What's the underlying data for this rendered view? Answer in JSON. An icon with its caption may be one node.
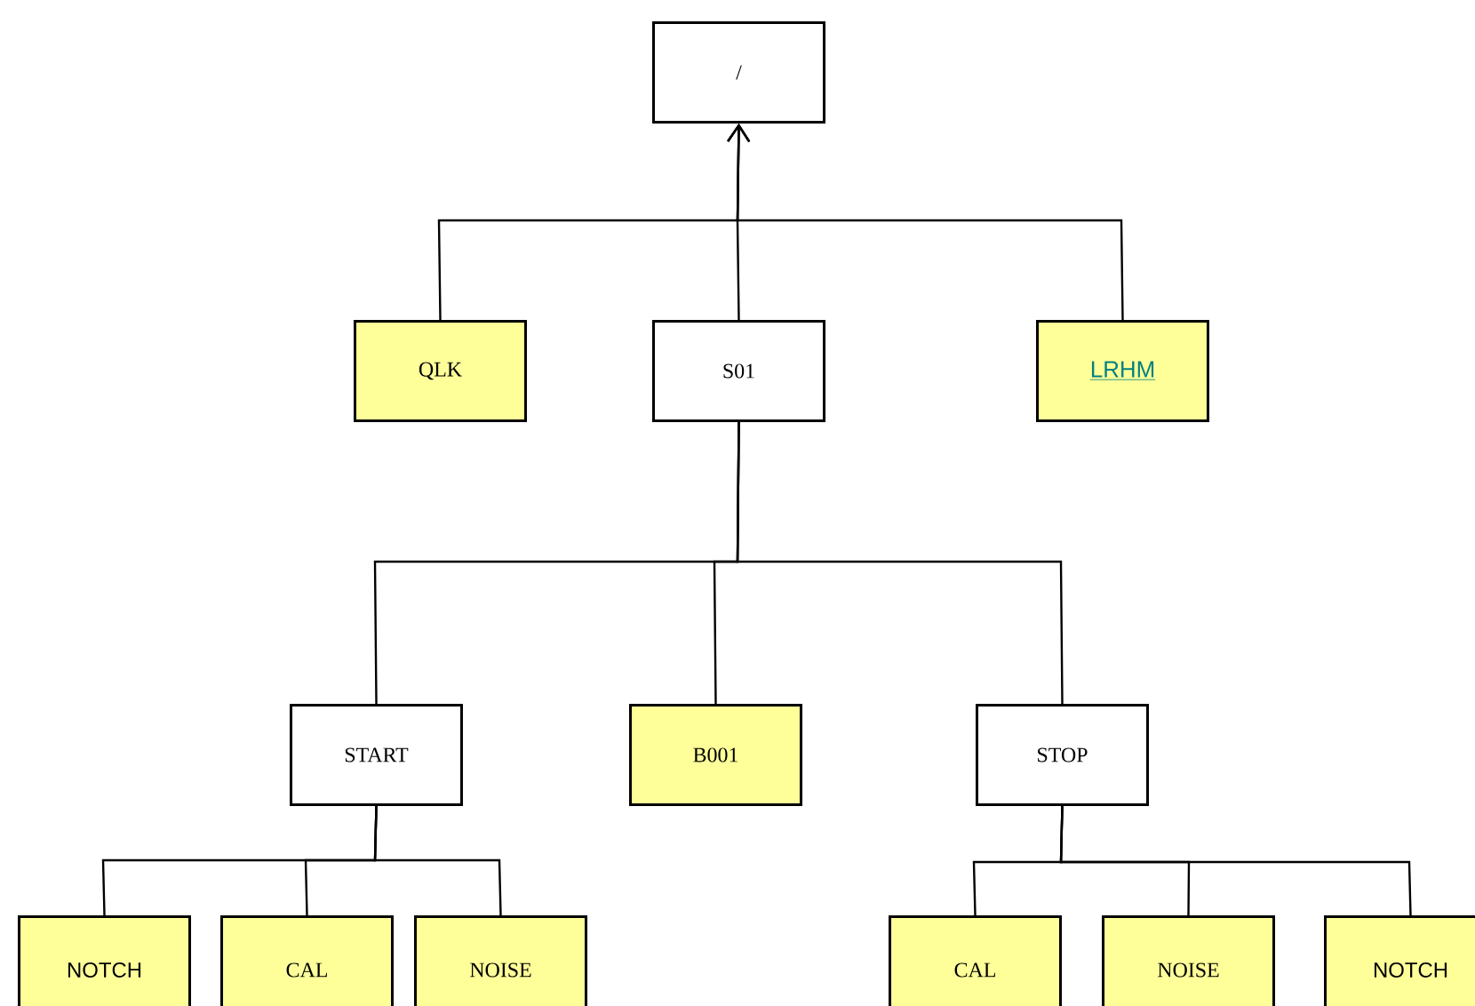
{
  "diagram": {
    "nodes": [
      {
        "text": [
          "/"
        ]
      },
      {
        "text": [
          "QLK"
        ]
      },
      {
        "text": [
          "S01"
        ]
      },
      {
        "text": [
          "LRHM"
        ]
      },
      {
        "text": [
          "START"
        ]
      },
      {
        "text": [
          "B001"
        ]
      },
      {
        "text": [
          "STOP"
        ]
      },
      {
        "text": [
          "NOTCH"
        ]
      },
      {
        "text": [
          "CAL"
        ]
      },
      {
        "text": [
          "NOISE"
        ]
      },
      {
        "text": [
          "CAL"
        ]
      },
      {
        "text": [
          "NOISE"
        ]
      },
      {
        "text": [
          "NOTCH"
        ]
      }
    ],
    "edges": [
      {
        "from": 1,
        "to": 0,
        "arrow": "to"
      },
      {
        "from": 2,
        "to": 0,
        "arrow": "to"
      },
      {
        "from": 3,
        "to": 0,
        "arrow": "to"
      },
      {
        "from": 2,
        "to": 4,
        "arrow": "none"
      },
      {
        "from": 2,
        "to": 5,
        "arrow": "none"
      },
      {
        "from": 2,
        "to": 6,
        "arrow": "none"
      },
      {
        "from": 4,
        "to": 7,
        "arrow": "none"
      },
      {
        "from": 4,
        "to": 8,
        "arrow": "none"
      },
      {
        "from": 4,
        "to": 9,
        "arrow": "none"
      },
      {
        "from": 6,
        "to": 10,
        "arrow": "none"
      },
      {
        "from": 6,
        "to": 11,
        "arrow": "none"
      },
      {
        "from": 6,
        "to": 12,
        "arrow": "none"
      }
    ]
  }
}
